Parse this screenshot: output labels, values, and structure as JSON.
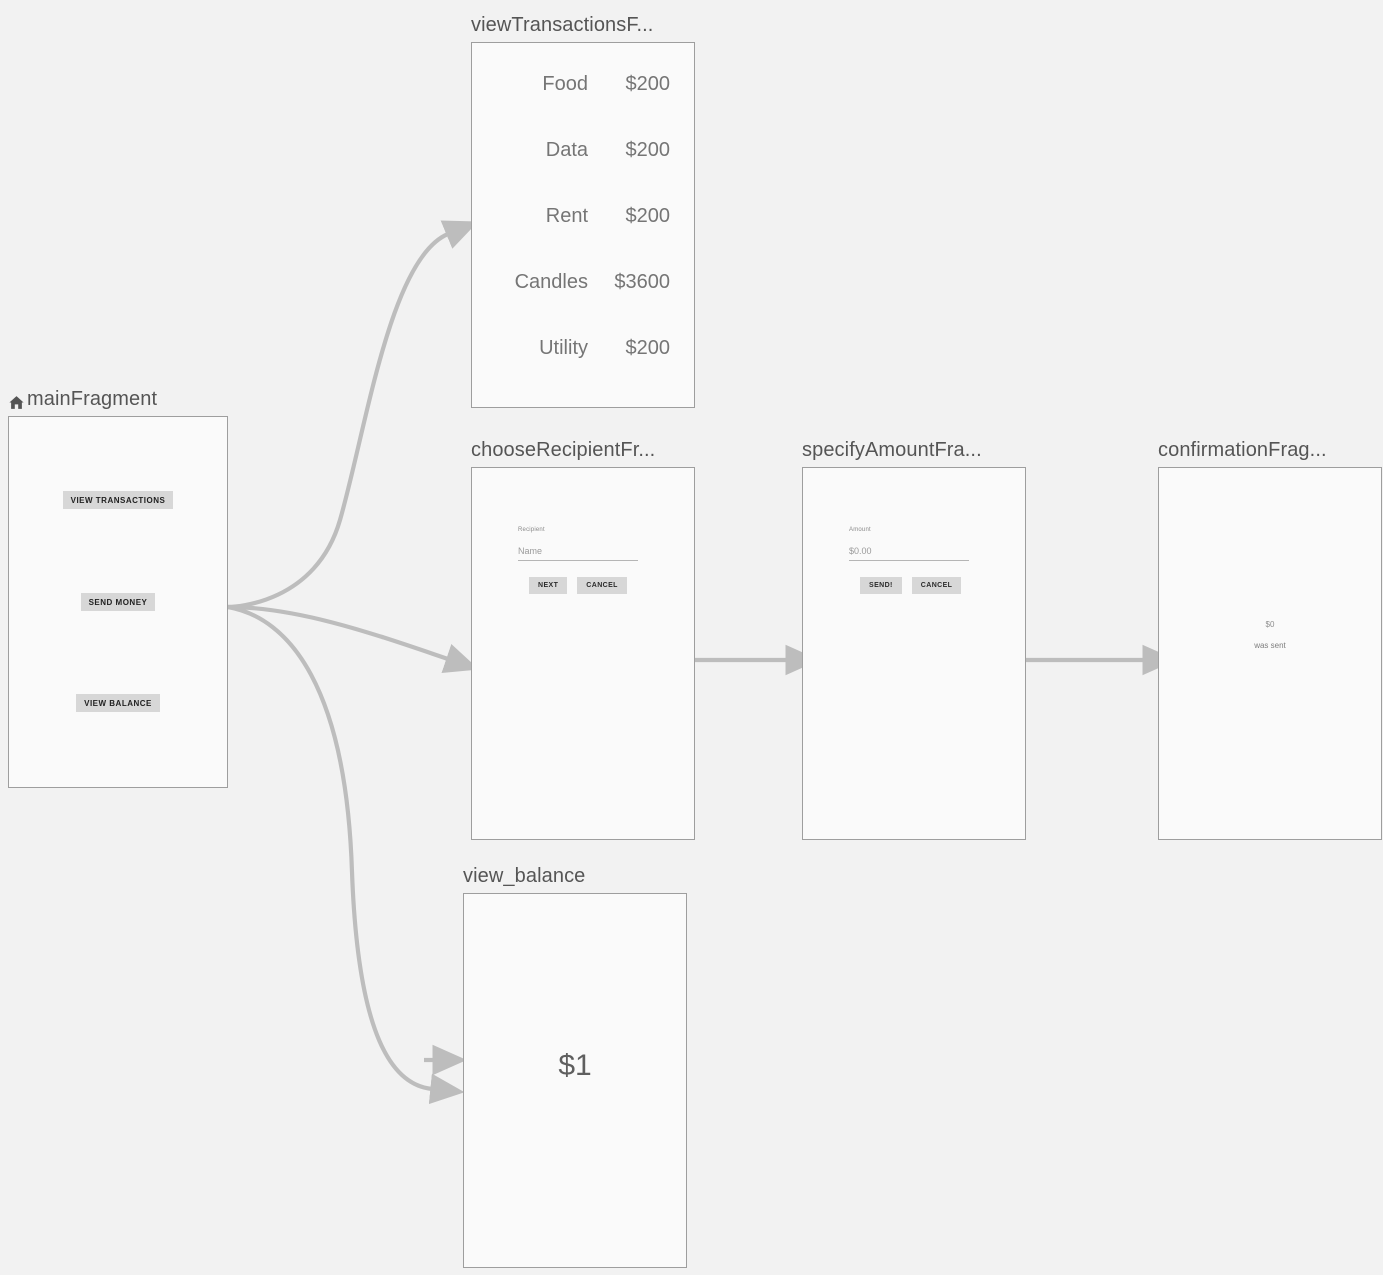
{
  "editor": {
    "background_color": "#f2f2f2",
    "node_fill": "#fafafa",
    "node_border": "#9e9e9e",
    "edge_color": "#bdbdbd",
    "title_color": "#555555"
  },
  "nodes": {
    "main": {
      "title": "mainFragment",
      "start_icon": "home-icon",
      "buttons": [
        {
          "label": "VIEW TRANSACTIONS"
        },
        {
          "label": "SEND MONEY"
        },
        {
          "label": "VIEW BALANCE"
        }
      ]
    },
    "transactions": {
      "title": "viewTransactionsF...",
      "rows": [
        {
          "name": "Food",
          "amount": "$200"
        },
        {
          "name": "Data",
          "amount": "$200"
        },
        {
          "name": "Rent",
          "amount": "$200"
        },
        {
          "name": "Candles",
          "amount": "$3600"
        },
        {
          "name": "Utility",
          "amount": "$200"
        }
      ]
    },
    "choose_recipient": {
      "title": "chooseRecipientFr...",
      "field_label": "Recipient",
      "field_placeholder": "Name",
      "primary_button": "NEXT",
      "secondary_button": "CANCEL"
    },
    "specify_amount": {
      "title": "specifyAmountFra...",
      "field_label": "Amount",
      "field_placeholder": "$0.00",
      "primary_button": "SEND!",
      "secondary_button": "CANCEL"
    },
    "confirmation": {
      "title": "confirmationFrag...",
      "amount": "$0",
      "message": "was sent"
    },
    "balance": {
      "title": "view_balance",
      "amount": "$1"
    }
  }
}
